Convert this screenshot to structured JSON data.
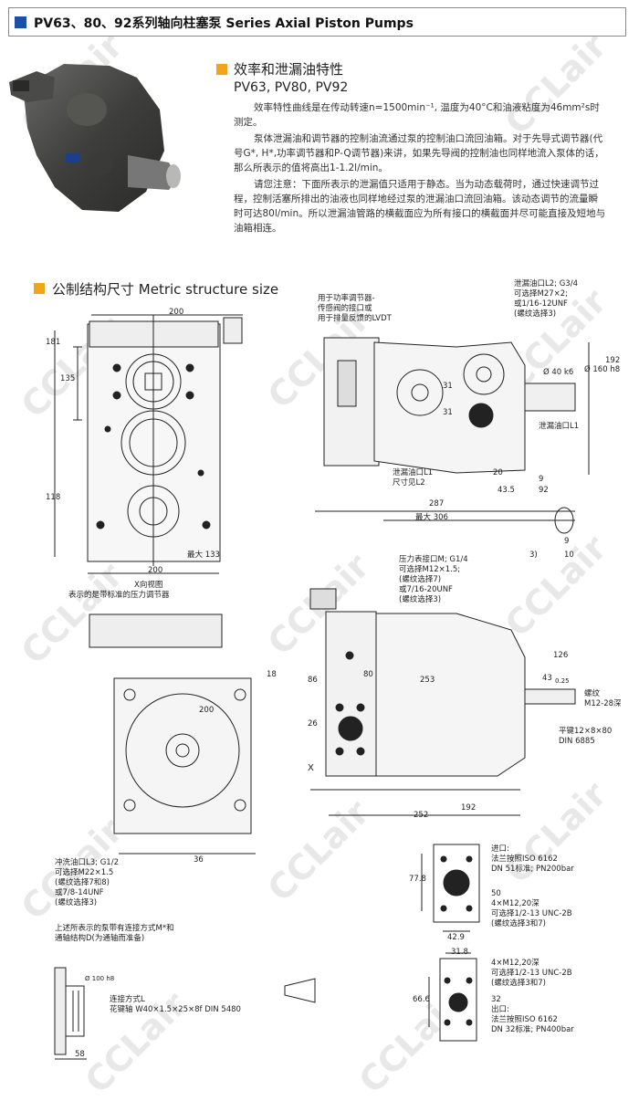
{
  "header": {
    "title": "PV63、80、92系列轴向柱塞泵  Series Axial Piston Pumps",
    "accent": "#1b4fa8"
  },
  "section1": {
    "title": "效率和泄漏油特性",
    "subtitle": "PV63, PV80, PV92",
    "paragraphs": [
      "效率特性曲线是在传动转速n=1500min⁻¹, 温度为40°C和油液粘度为46mm²s时测定。",
      "泵体泄漏油和调节器的控制油流通过泵的控制油口流回油箱。对于先导式调节器(代号G*, H*,功率调节器和P-Q调节器)来讲，如果先导阀的控制油也同样地流入泵体的话，那么所表示的值将高出1-1.2l/min。",
      "请您注意：下面所表示的泄漏值只适用于静态。当为动态载荷时，通过快速调节过程，控制活塞所排出的油液也同样地经过泵的泄漏油口流回油箱。该动态调节的流量瞬时可达80l/min。所以泄漏油管路的横截面应为所有接口的横截面并尽可能直接及短地与油箱相连。"
    ]
  },
  "section2": {
    "title": "公制结构尺寸  Metric structure size"
  },
  "labels": {
    "power_ctrl": [
      "用于功率调节器-",
      "传感阀的接口或",
      "用于排量反馈的LVDT"
    ],
    "drain": [
      "泄漏油口L2; G3/4",
      "可选择M27×2;",
      "或1/16-12UNF",
      "(螺纹选择3)"
    ],
    "drain_l1": "泄漏油口L1",
    "drain_l1b": [
      "泄漏油口L1",
      "尺寸见L2"
    ],
    "max306": "最大 306",
    "max133": "最大 133",
    "xview": [
      "X向视图",
      "表示的是带标准的压力调节器"
    ],
    "pressure_port": [
      "压力表接口M; G1/4",
      "可选择M12×1.5;",
      "(螺纹选择7)",
      "或7/16-20UNF",
      "(螺纹选择3)"
    ],
    "flush": [
      "冲洗油口L3; G1/2",
      "可选择M22×1.5",
      "(螺纹选择7和8)",
      "或7/8-14UNF",
      "(螺纹选择3)"
    ],
    "note": [
      "上述所表示的泵带有连接方式M*和",
      "通轴结构D(为通轴而准备)"
    ],
    "conn": [
      "连接方式L",
      "花键轴 W40×1.5×25×8f DIN 5480"
    ],
    "thread": [
      "螺纹",
      "M12-28深"
    ],
    "key": [
      "平键12×8×80",
      "DIN 6885"
    ],
    "inlet": [
      "进口:",
      "法兰按照ISO 6162",
      "DN 51标准; PN200bar"
    ],
    "inlet_holes": [
      "4×M12,20深",
      "可选择1/2-13 UNC-2B",
      "(螺纹选择3和7)"
    ],
    "outlet_holes": [
      "4×M12,20深",
      "可选择1/2-13 UNC-2B",
      "(螺纹选择3和7)"
    ],
    "outlet": [
      "32",
      "出口:",
      "法兰按照ISO 6162",
      "DN 32标准; PN400bar"
    ]
  },
  "dims": {
    "d181": "181",
    "d135": "135",
    "d118": "118",
    "d200a": "200",
    "d200b": "200",
    "d31a": "31",
    "d31b": "31",
    "d192": "192",
    "d40": "Ø 40 k6",
    "d160": "Ø 160 h8",
    "d20": "20",
    "d9": "9",
    "d43": "43.5",
    "d92": "92",
    "d287": "287",
    "d9b": "9",
    "d10": "10",
    "d3": "3)",
    "d18": "18",
    "d200c": "200",
    "d36": "36",
    "d86": "86",
    "d80": "80",
    "d253": "253",
    "d126": "126",
    "d43b": "43",
    "d43c": "0.25",
    "d26": "26",
    "dX": "X",
    "d192b": "192",
    "d252": "252",
    "d778": "77.8",
    "d50": "50",
    "d429": "42.9",
    "d318": "31.8",
    "d666": "66.6",
    "d100": "Ø 100 h8",
    "d58": "58"
  },
  "watermark": "CCLair"
}
